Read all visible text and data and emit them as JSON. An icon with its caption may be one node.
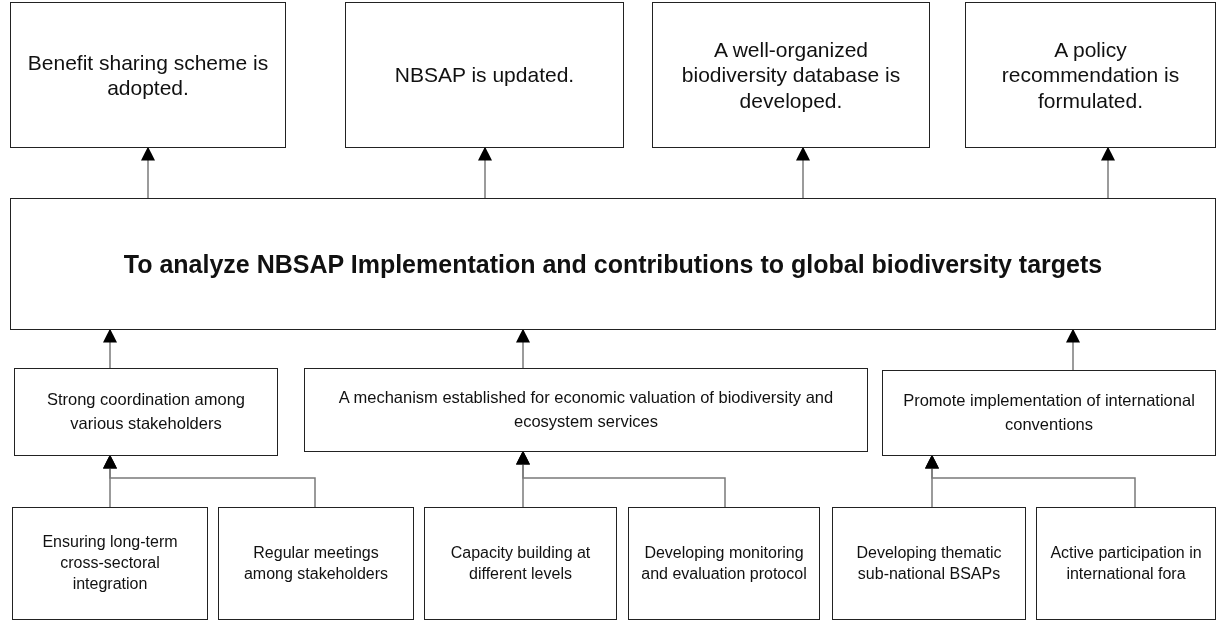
{
  "diagram": {
    "nodes": [
      {
        "text": [
          "Benefit sharing scheme is adopted."
        ]
      },
      {
        "text": [
          "NBSAP is updated."
        ]
      },
      {
        "text": [
          "A well-organized biodiversity database is developed."
        ]
      },
      {
        "text": [
          "A policy recommendation is formulated."
        ]
      },
      {
        "text": [
          "To analyze NBSAP Implementation and contributions to global biodiversity targets"
        ]
      },
      {
        "text": [
          "Strong coordination among various stakeholders"
        ]
      },
      {
        "text": [
          "A mechanism established for economic valuation of biodiversity and ecosystem services"
        ]
      },
      {
        "text": [
          "Promote implementation of international conventions"
        ]
      },
      {
        "text": [
          "Ensuring long-term cross-sectoral integration"
        ]
      },
      {
        "text": [
          "Regular meetings among stakeholders"
        ]
      },
      {
        "text": [
          "Capacity building at different levels"
        ]
      },
      {
        "text": [
          "Developing monitoring and evaluation protocol"
        ]
      },
      {
        "text": [
          "Developing thematic sub-national BSAPs"
        ]
      },
      {
        "text": [
          "Active participation in international fora"
        ]
      }
    ],
    "edges": [
      {
        "from": 4,
        "to": 0,
        "arrow": "to"
      },
      {
        "from": 4,
        "to": 1,
        "arrow": "to"
      },
      {
        "from": 4,
        "to": 2,
        "arrow": "to"
      },
      {
        "from": 4,
        "to": 3,
        "arrow": "to"
      },
      {
        "from": 5,
        "to": 4,
        "arrow": "to"
      },
      {
        "from": 6,
        "to": 4,
        "arrow": "to"
      },
      {
        "from": 7,
        "to": 4,
        "arrow": "to"
      },
      {
        "from": 8,
        "to": 5,
        "arrow": "to"
      },
      {
        "from": 9,
        "to": 5,
        "arrow": "to"
      },
      {
        "from": 10,
        "to": 6,
        "arrow": "to"
      },
      {
        "from": 11,
        "to": 6,
        "arrow": "to"
      },
      {
        "from": 12,
        "to": 7,
        "arrow": "to"
      },
      {
        "from": 13,
        "to": 7,
        "arrow": "to"
      }
    ]
  }
}
